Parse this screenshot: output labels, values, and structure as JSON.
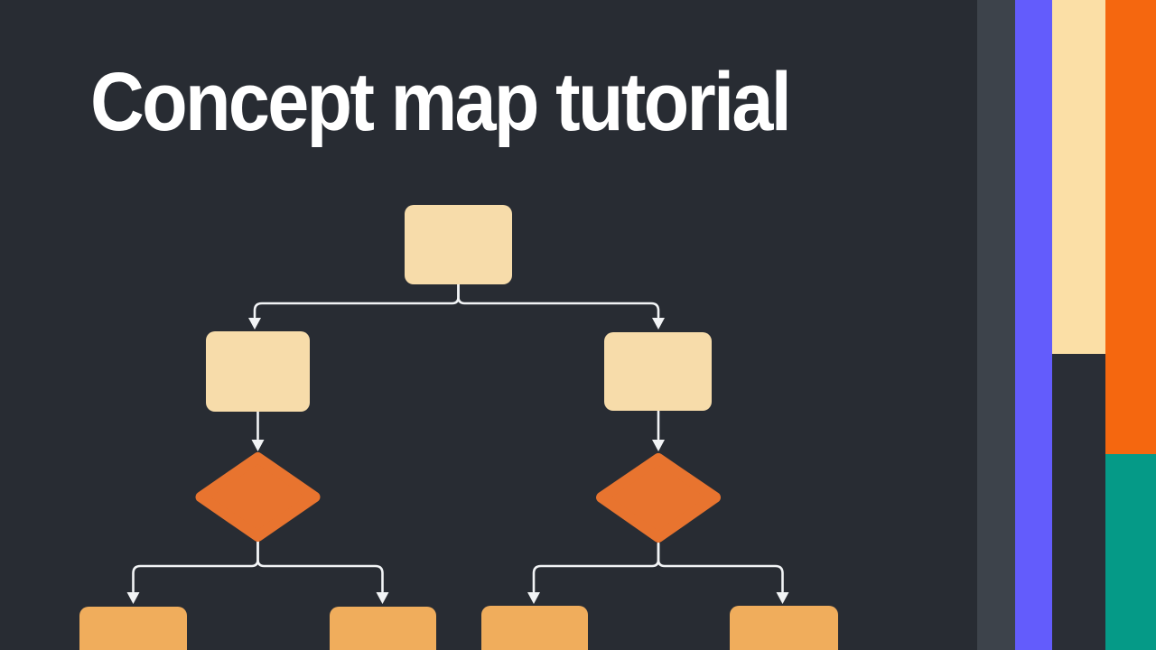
{
  "title": "Concept map tutorial",
  "colors": {
    "background": "#282C33",
    "heading": "#FFFFFF",
    "connector": "#F2F4F6",
    "node_cream": "#F7DCAA",
    "node_diamond_orange": "#E8742F",
    "node_leaf_orange": "#F0AD5C",
    "stripe_gray": "#3D434B",
    "stripe_purple": "#635CFC",
    "stripe_cream": "#FBDFA6",
    "stripe_dark": "#2A2E36",
    "stripe_orange": "#F5670F",
    "stripe_teal": "#059A87"
  },
  "diagram": {
    "description": "Empty three-level concept map: one root box, two branch boxes, two decision diamonds, four leaf boxes connected by arrows",
    "levels": [
      {
        "level": 1,
        "shape": "rounded-rect",
        "fill": "node_cream",
        "count": 1
      },
      {
        "level": 2,
        "shape": "rounded-rect",
        "fill": "node_cream",
        "count": 2
      },
      {
        "level": 3,
        "shape": "diamond",
        "fill": "node_diamond_orange",
        "count": 2
      },
      {
        "level": 4,
        "shape": "rounded-rect",
        "fill": "node_leaf_orange",
        "count": 4
      }
    ]
  },
  "side_stripes": [
    {
      "name": "gray",
      "color": "#3D434B"
    },
    {
      "name": "purple",
      "color": "#635CFC"
    },
    {
      "name": "cream-over-dark",
      "colors": [
        "#FBDFA6",
        "#2A2E36"
      ]
    },
    {
      "name": "orange-over-teal",
      "colors": [
        "#F5670F",
        "#059A87"
      ]
    }
  ]
}
